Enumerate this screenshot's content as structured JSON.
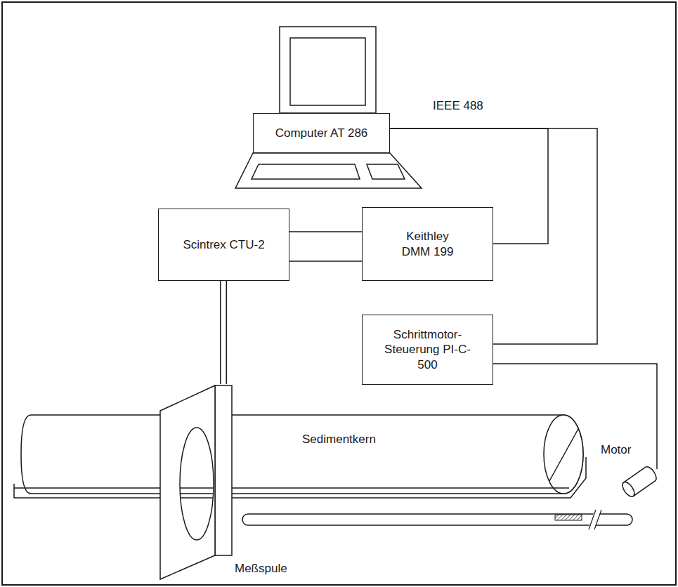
{
  "diagram": {
    "nodes": [
      {
        "text": [
          "Computer AT 286"
        ]
      },
      {
        "text": [
          "Scintrex CTU-2"
        ]
      },
      {
        "text": [
          "Keithley DMM 199"
        ]
      },
      {
        "text": [
          "Schrittmotor- Steuerung PI-C-500"
        ]
      },
      {
        "text": [
          "Sedimentkern"
        ]
      },
      {
        "text": [
          "Motor"
        ]
      },
      {
        "text": [
          "Meßspule"
        ]
      }
    ],
    "edges": [
      {
        "from": 0,
        "to": 2,
        "arrow": "none",
        "label": "IEEE 488"
      },
      {
        "from": 0,
        "to": 3,
        "arrow": "none"
      },
      {
        "from": 1,
        "to": 2,
        "arrow": "none"
      },
      {
        "from": 1,
        "to": 2,
        "arrow": "none"
      },
      {
        "from": 1,
        "to": 6,
        "arrow": "none"
      },
      {
        "from": 3,
        "to": 5,
        "arrow": "none"
      }
    ]
  }
}
